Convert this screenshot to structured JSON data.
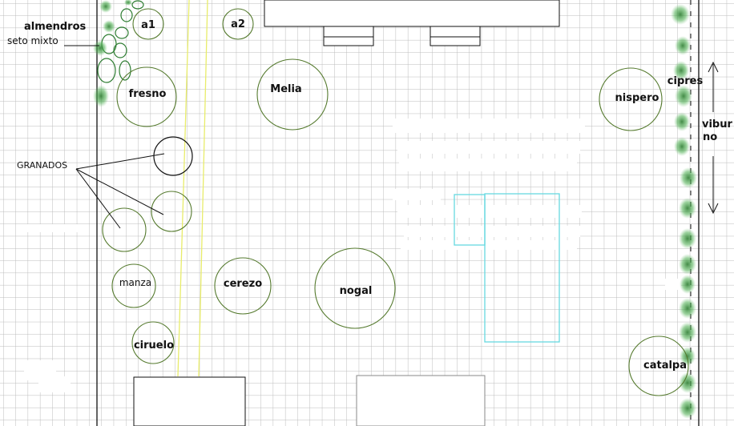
{
  "plan": {
    "hedge_label": "almendros",
    "hedge_sub_label": "seto mixto",
    "granados_label": "GRANADOS",
    "cypress_label": "cipres",
    "viburnum_label_1": "vibur",
    "viburnum_label_2": "no",
    "trees": {
      "a1": "a1",
      "a2": "a2",
      "fresno": "fresno",
      "melia": "Melia",
      "nispero": "nispero",
      "manza": "manza",
      "cerezo": "cerezo",
      "nogal": "nogal",
      "ciruelo": "ciruelo",
      "catalpa": "catalpa"
    }
  },
  "colors": {
    "grid": "#bcbcbc",
    "tree_outline": "#557a2e",
    "hedge": "#2e7d32",
    "wall": "#111111",
    "pool": "#66d9e0",
    "path_line": "#e8ec6a",
    "background": "#ffffff"
  }
}
